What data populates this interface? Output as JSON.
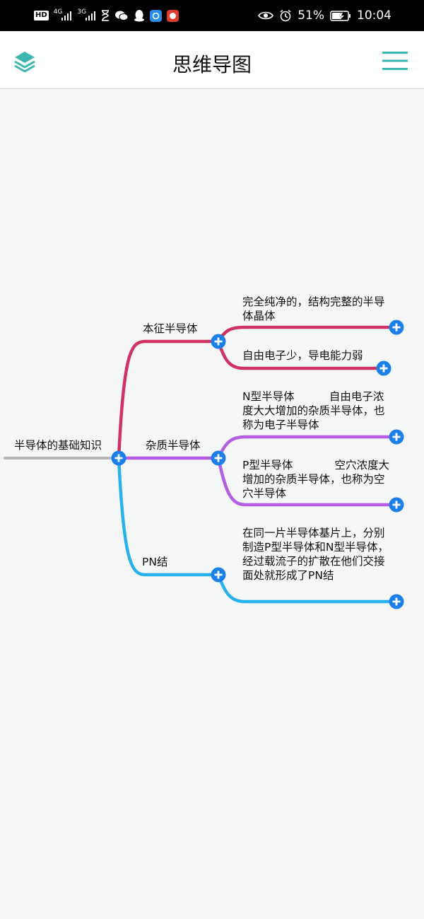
{
  "status_bar": {
    "left_icons": [
      "hd-icon",
      "signal-4g-icon",
      "signal-3g-icon",
      "hourglass-icon",
      "wechat-icon",
      "qq-icon",
      "app-icon",
      "app-icon"
    ],
    "net_4g": "4G",
    "net_3g": "3G",
    "hd": "HD",
    "battery": "51%",
    "time": "10:04"
  },
  "app_bar": {
    "title": "思维导图",
    "accent": "#3bb6b0"
  },
  "mind_map": {
    "root": "半导体的基础知识",
    "branches": [
      {
        "label": "本征半导体",
        "color": "#cf3363",
        "children": [
          "完全纯净的，结构完整的半导体晶体",
          "自由电子少，导电能力弱"
        ]
      },
      {
        "label": "杂质半导体",
        "color": "#b45ee0",
        "children": [
          "N型半导体          自由电子浓度大大增加的杂质半导体，也称为电子半导体",
          "P型半导体            空穴浓度大增加的杂质半导体，也称为空穴半导体"
        ]
      },
      {
        "label": "PN结",
        "color": "#27b2ec",
        "children": [
          "在同一片半导体基片上，分别制造P型半导体和N型半导体，经过载流子的扩散在他们交接面处就形成了PN结"
        ]
      }
    ],
    "node_button_color": "#1a7fe8",
    "root_line_color": "#b5b5b5"
  }
}
